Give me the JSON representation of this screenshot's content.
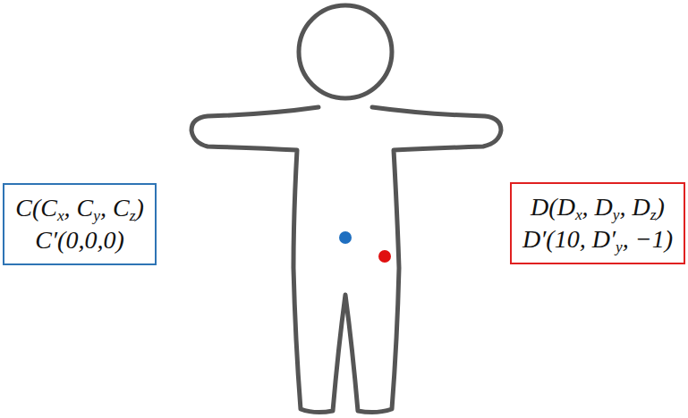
{
  "diagram": {
    "nodes": [
      {
        "text": [
          "C(Cx, Cy, Cz)",
          "C′(0,0,0)"
        ]
      },
      {
        "text": [
          "D(Dx, Dy, Dz)",
          "D′(10, D′y, −1)"
        ]
      }
    ]
  }
}
